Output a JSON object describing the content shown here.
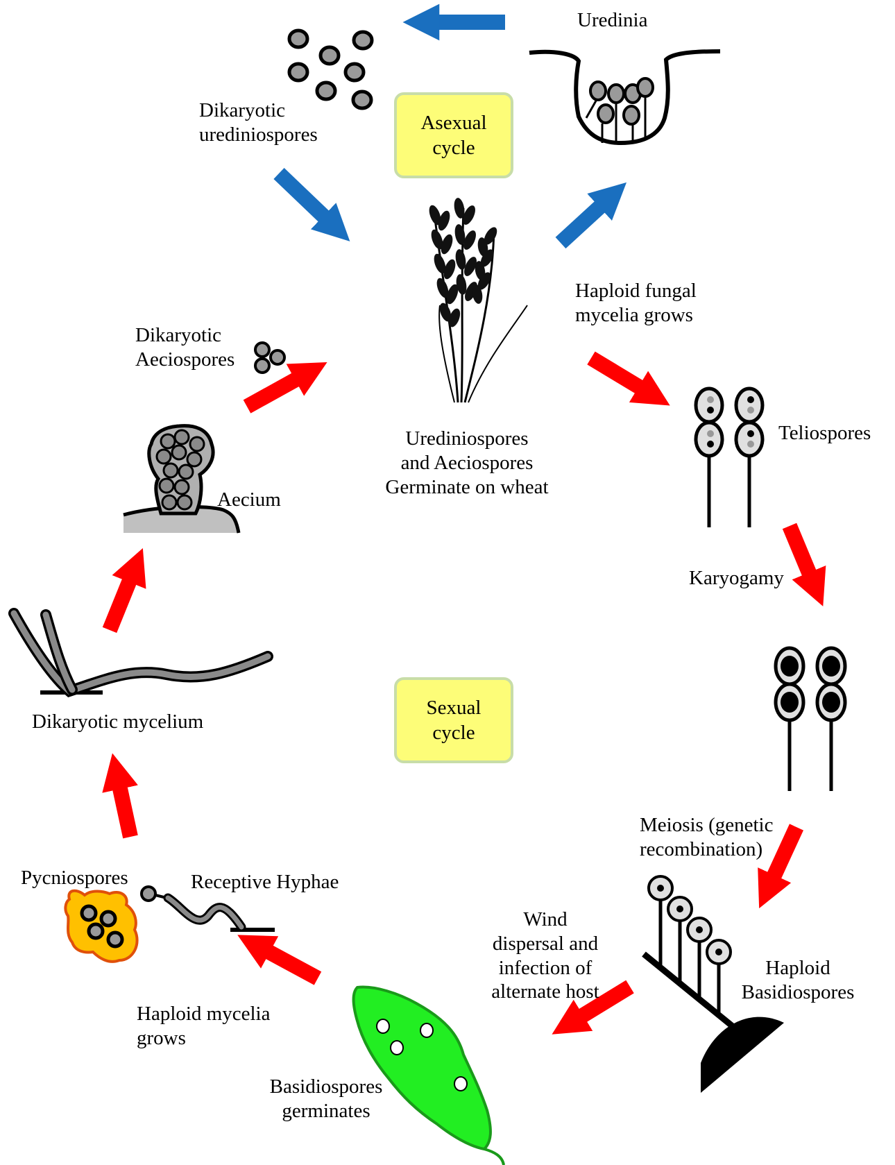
{
  "labels": {
    "uredinia": "Uredinia",
    "dikaryotic_urediniospores": [
      "Dikaryotic",
      "urediniospores"
    ],
    "haploid_fungal_mycelia": [
      "Haploid fungal",
      "mycelia grows"
    ],
    "dikaryotic_aeciospores": [
      "Dikaryotic",
      "Aeciospores"
    ],
    "germinate_on_wheat": [
      "Urediniospores",
      "and Aeciospores",
      "Germinate on wheat"
    ],
    "teliospores": "Teliospores",
    "aecium": "Aecium",
    "karyogamy": "Karyogamy",
    "dikaryotic_mycelium": "Dikaryotic mycelium",
    "meiosis": [
      "Meiosis (genetic",
      "recombination)"
    ],
    "pycniospores": "Pycniospores",
    "receptive_hyphae": "Receptive Hyphae",
    "wind_dispersal": [
      "Wind",
      "dispersal and",
      "infection of",
      "alternate host"
    ],
    "haploid_basidiospores": [
      "Haploid",
      "Basidiospores"
    ],
    "haploid_mycelia": [
      "Haploid mycelia",
      "grows"
    ],
    "basidiospores_germinates": [
      "Basidiospores",
      "germinates"
    ]
  },
  "cycles": {
    "asexual": [
      "Asexual",
      "cycle"
    ],
    "sexual": [
      "Sexual",
      "cycle"
    ]
  },
  "colors": {
    "asexual_arrow": "#1a6fbf",
    "sexual_arrow": "#ff0000",
    "spore_gray": "#9a9a9a",
    "light_gray": "#e0e0e0",
    "leaf_green": "#22ee22",
    "leaf_stroke": "#1a9a1a",
    "pycnia_orange": "#ffc000",
    "cycle_box_fill": "#fdfd78"
  }
}
